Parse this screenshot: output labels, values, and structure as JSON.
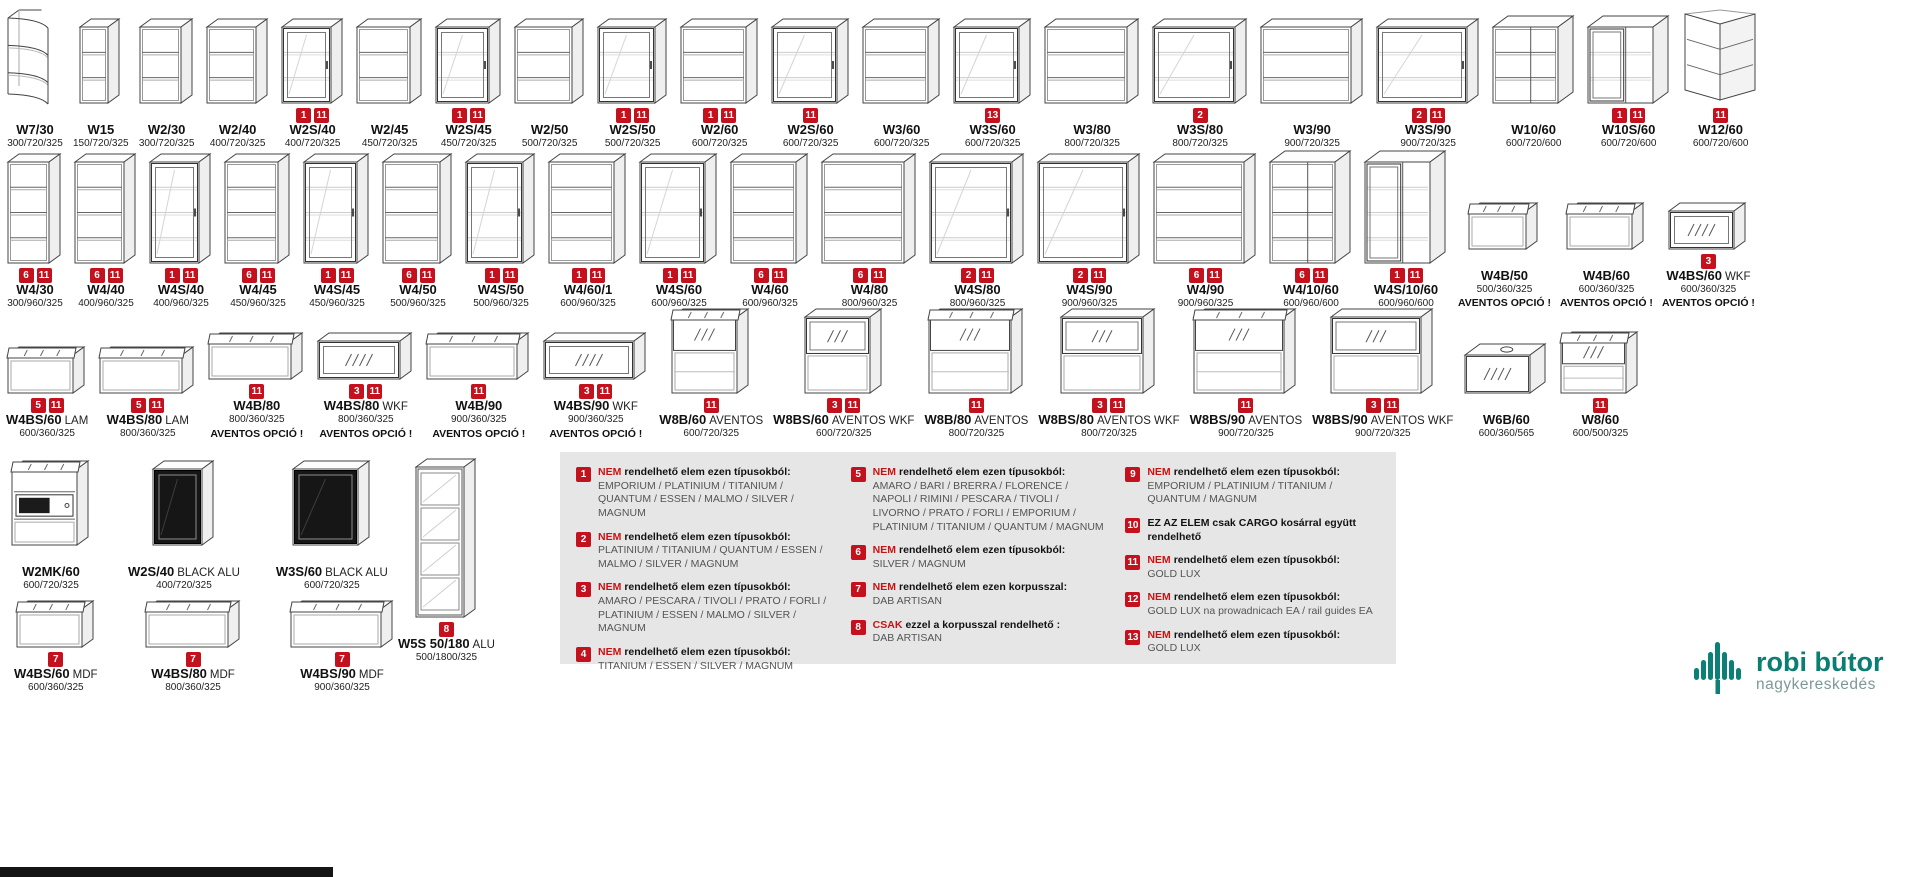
{
  "rows": [
    {
      "items": [
        {
          "code": "W7/30",
          "dims": "300/720/325",
          "type": "corner-shelf",
          "badges": []
        },
        {
          "code": "W15",
          "dims": "150/720/325",
          "type": "open",
          "badges": []
        },
        {
          "code": "W2/30",
          "dims": "300/720/325",
          "type": "open",
          "badges": []
        },
        {
          "code": "W2/40",
          "dims": "400/720/325",
          "type": "open",
          "badges": []
        },
        {
          "code": "W2S/40",
          "dims": "400/720/325",
          "type": "glass",
          "badges": [
            1,
            11
          ]
        },
        {
          "code": "W2/45",
          "dims": "450/720/325",
          "type": "open",
          "badges": []
        },
        {
          "code": "W2S/45",
          "dims": "450/720/325",
          "type": "glass",
          "badges": [
            1,
            11
          ]
        },
        {
          "code": "W2/50",
          "dims": "500/720/325",
          "type": "open",
          "badges": []
        },
        {
          "code": "W2S/50",
          "dims": "500/720/325",
          "type": "glass",
          "badges": [
            1,
            11
          ]
        },
        {
          "code": "W2/60",
          "dims": "600/720/325",
          "type": "open",
          "badges": [
            1,
            11
          ]
        },
        {
          "code": "W2S/60",
          "dims": "600/720/325",
          "type": "glass",
          "badges": [
            11
          ]
        },
        {
          "code": "W3/60",
          "dims": "600/720/325",
          "type": "open",
          "badges": []
        },
        {
          "code": "W3S/60",
          "dims": "600/720/325",
          "type": "glass",
          "badges": [
            13
          ]
        },
        {
          "code": "W3/80",
          "dims": "800/720/325",
          "type": "open",
          "badges": []
        },
        {
          "code": "W3S/80",
          "dims": "800/720/325",
          "type": "glass",
          "badges": [
            2
          ]
        },
        {
          "code": "W3/90",
          "dims": "900/720/325",
          "type": "open",
          "badges": []
        },
        {
          "code": "W3S/90",
          "dims": "900/720/325",
          "type": "glass",
          "badges": [
            2,
            11
          ]
        },
        {
          "code": "W10/60",
          "dims": "600/720/600",
          "type": "corner",
          "badges": []
        },
        {
          "code": "W10S/60",
          "dims": "600/720/600",
          "type": "corner-glass",
          "badges": [
            1,
            11
          ]
        },
        {
          "code": "W12/60",
          "dims": "600/720/600",
          "type": "corner-diag",
          "badges": [
            11
          ]
        }
      ]
    },
    {
      "items": [
        {
          "code": "W4/30",
          "dims": "300/960/325",
          "type": "open",
          "badges": [
            6,
            11
          ]
        },
        {
          "code": "W4/40",
          "dims": "400/960/325",
          "type": "open",
          "badges": [
            6,
            11
          ]
        },
        {
          "code": "W4S/40",
          "dims": "400/960/325",
          "type": "glass",
          "badges": [
            1,
            11
          ]
        },
        {
          "code": "W4/45",
          "dims": "450/960/325",
          "type": "open",
          "badges": [
            6,
            11
          ]
        },
        {
          "code": "W4S/45",
          "dims": "450/960/325",
          "type": "glass",
          "badges": [
            1,
            11
          ]
        },
        {
          "code": "W4/50",
          "dims": "500/960/325",
          "type": "open",
          "badges": [
            6,
            11
          ]
        },
        {
          "code": "W4S/50",
          "dims": "500/960/325",
          "type": "glass",
          "badges": [
            1,
            11
          ]
        },
        {
          "code": "W4/60/1",
          "dims": "600/960/325",
          "type": "open",
          "badges": [
            1,
            11
          ]
        },
        {
          "code": "W4S/60",
          "dims": "600/960/325",
          "type": "glass",
          "badges": [
            1,
            11
          ]
        },
        {
          "code": "W4/60",
          "dims": "600/960/325",
          "type": "open",
          "badges": [
            6,
            11
          ]
        },
        {
          "code": "W4/80",
          "dims": "800/960/325",
          "type": "open",
          "badges": [
            6,
            11
          ]
        },
        {
          "code": "W4S/80",
          "dims": "800/960/325",
          "type": "glass",
          "badges": [
            2,
            11
          ]
        },
        {
          "code": "W4S/90",
          "dims": "900/960/325",
          "type": "glass",
          "badges": [
            2,
            11
          ]
        },
        {
          "code": "W4/90",
          "dims": "900/960/325",
          "type": "open",
          "badges": [
            6,
            11
          ]
        },
        {
          "code": "W4/10/60",
          "dims": "600/960/600",
          "type": "corner",
          "badges": [
            6,
            11
          ]
        },
        {
          "code": "W4S/10/60",
          "dims": "600/960/600",
          "type": "corner-glass",
          "badges": [
            1,
            11
          ]
        },
        {
          "code": "W4B/50",
          "dims": "500/360/325",
          "type": "flip-open",
          "badges": [],
          "note": "AVENTOS OPCIÓ !"
        },
        {
          "code": "W4B/60",
          "dims": "600/360/325",
          "type": "flip-open",
          "badges": [],
          "note": "AVENTOS OPCIÓ !"
        },
        {
          "code": "W4BS/60",
          "suffix": "WKF",
          "dims": "600/360/325",
          "type": "flip-glass",
          "badges": [
            3
          ],
          "note": "AVENTOS OPCIÓ !"
        }
      ]
    },
    {
      "items": [
        {
          "code": "W4BS/60",
          "suffix": "LAM",
          "dims": "600/360/325",
          "type": "flip-open",
          "badges": [
            5,
            11
          ]
        },
        {
          "code": "W4BS/80",
          "suffix": "LAM",
          "dims": "800/360/325",
          "type": "flip-open",
          "badges": [
            5,
            11
          ]
        },
        {
          "code": "W4B/80",
          "dims": "800/360/325",
          "type": "flip-open",
          "badges": [
            11
          ],
          "note": "AVENTOS OPCIÓ !"
        },
        {
          "code": "W4BS/80",
          "suffix": "WKF",
          "dims": "800/360/325",
          "type": "flip-glass",
          "badges": [
            3,
            11
          ],
          "note": "AVENTOS OPCIÓ !"
        },
        {
          "code": "W4B/90",
          "dims": "900/360/325",
          "type": "flip-open",
          "badges": [
            11
          ],
          "note": "AVENTOS OPCIÓ !"
        },
        {
          "code": "W4BS/90",
          "suffix": "WKF",
          "dims": "900/360/325",
          "type": "flip-glass",
          "badges": [
            3,
            11
          ],
          "note": "AVENTOS OPCIÓ !"
        },
        {
          "code": "W8B/60",
          "suffix": "AVENTOS",
          "dims": "600/720/325",
          "type": "aventos",
          "badges": [
            11
          ]
        },
        {
          "code": "W8BS/60",
          "suffix": "AVENTOS WKF",
          "dims": "600/720/325",
          "type": "aventos-glass",
          "badges": [
            3,
            11
          ]
        },
        {
          "code": "W8B/80",
          "suffix": "AVENTOS",
          "dims": "800/720/325",
          "type": "aventos",
          "badges": [
            11
          ]
        },
        {
          "code": "W8BS/80",
          "suffix": "AVENTOS WKF",
          "dims": "800/720/325",
          "type": "aventos-glass",
          "badges": [
            3,
            11
          ]
        },
        {
          "code": "W8BS/90",
          "suffix": "AVENTOS",
          "dims": "900/720/325",
          "type": "aventos",
          "badges": [
            11
          ]
        },
        {
          "code": "W8BS/90",
          "suffix": "AVENTOS WKF",
          "dims": "900/720/325",
          "type": "aventos-glass",
          "badges": [
            3,
            11
          ]
        },
        {
          "code": "W6B/60",
          "dims": "600/360/565",
          "type": "hood-flip",
          "badges": []
        },
        {
          "code": "W8/60",
          "dims": "600/500/325",
          "type": "aventos",
          "badges": [
            11
          ]
        }
      ]
    }
  ],
  "extras": {
    "group_a": [
      {
        "code": "W2MK/60",
        "dims": "600/720/325",
        "type": "microwave",
        "badges": []
      },
      {
        "code": "W2S/40",
        "suffix": "BLACK ALU",
        "dims": "400/720/325",
        "type": "black-glass",
        "badges": []
      },
      {
        "code": "W3S/60",
        "suffix": "BLACK ALU",
        "dims": "600/720/325",
        "type": "black-glass",
        "badges": []
      }
    ],
    "tall": {
      "code": "W5S 50/180",
      "suffix": "ALU",
      "dims": "500/1800/325",
      "type": "tall-glass",
      "badges": [
        8
      ]
    },
    "group_b": [
      {
        "code": "W4BS/60",
        "suffix": "MDF",
        "dims": "600/360/325",
        "type": "flip-open",
        "badges": [
          7
        ]
      },
      {
        "code": "W4BS/80",
        "suffix": "MDF",
        "dims": "800/360/325",
        "type": "flip-open",
        "badges": [
          7
        ]
      },
      {
        "code": "W4BS/90",
        "suffix": "MDF",
        "dims": "900/360/325",
        "type": "flip-open",
        "badges": [
          7
        ]
      }
    ]
  },
  "legend": {
    "columns": [
      [
        {
          "num": "1",
          "red": "NEM",
          "bold": "rendelhető elem ezen típusokból:",
          "list": "EMPORIUM / PLATINIUM / TITANIUM / QUANTUM / ESSEN / MALMO / SILVER / MAGNUM"
        },
        {
          "num": "2",
          "red": "NEM",
          "bold": "rendelhető elem ezen típusokból:",
          "list": "PLATINIUM / TITANIUM / QUANTUM / ESSEN / MALMO / SILVER / MAGNUM"
        },
        {
          "num": "3",
          "red": "NEM",
          "bold": "rendelhető elem ezen típusokból:",
          "list": "AMARO / PESCARA / TIVOLI / PRATO / FORLI / PLATINIUM / ESSEN / MALMO / SILVER / MAGNUM"
        },
        {
          "num": "4",
          "red": "NEM",
          "bold": "rendelhető elem ezen típusokból:",
          "list": "TITANIUM / ESSEN / SILVER / MAGNUM"
        }
      ],
      [
        {
          "num": "5",
          "red": "NEM",
          "bold": "rendelhető elem ezen típusokból:",
          "list": "AMARO / BARI / BRERRA / FLORENCE / NAPOLI / RIMINI / PESCARA / TIVOLI / LIVORNO / PRATO / FORLI / EMPORIUM / PLATINIUM / TITANIUM / QUANTUM / MAGNUM"
        },
        {
          "num": "6",
          "red": "NEM",
          "bold": "rendelhető elem ezen típusokból:",
          "list": "SILVER / MAGNUM"
        },
        {
          "num": "7",
          "red": "NEM",
          "bold": "rendelhető elem ezen korpusszal:",
          "list": "DAB ARTISAN"
        },
        {
          "num": "8",
          "red": "CSAK",
          "bold": "ezzel a korpusszal rendelhető :",
          "list": "DAB ARTISAN"
        }
      ],
      [
        {
          "num": "9",
          "red": "NEM",
          "bold": "rendelhető elem ezen típusokból:",
          "list": "EMPORIUM / PLATINIUM / TITANIUM / QUANTUM / MAGNUM"
        },
        {
          "num": "10",
          "red": "",
          "bold": "EZ AZ ELEM csak CARGO kosárral együtt rendelhető",
          "list": ""
        },
        {
          "num": "11",
          "red": "NEM",
          "bold": "rendelhető elem ezen típusokból:",
          "list": "GOLD LUX"
        },
        {
          "num": "12",
          "red": "NEM",
          "bold": "rendelhető elem ezen típusokból:",
          "list": "GOLD LUX na prowadnicach EA / rail guides EA"
        },
        {
          "num": "13",
          "red": "NEM",
          "bold": "rendelhető elem ezen típusokból:",
          "list": "GOLD LUX"
        }
      ]
    ]
  },
  "logo": {
    "title": "robi bútor",
    "subtitle": "nagykereskedés",
    "color": "#0b7e74"
  },
  "badge_color": "#c3121d"
}
